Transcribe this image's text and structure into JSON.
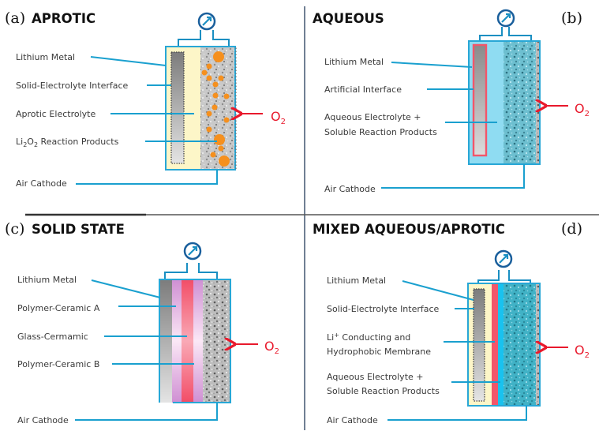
{
  "figure": {
    "panels": [
      {
        "letter": "(a)",
        "title": "APROTIC",
        "oxygen": {
          "main": "O",
          "sub": "2"
        },
        "labels": [
          {
            "text": "Lithium Metal"
          },
          {
            "text": "Solid-Electrolyte Interface"
          },
          {
            "text": "Aprotic Electrolyte"
          },
          {
            "text_main": "Li",
            "sub1": "2",
            "mid": "O",
            "sub2": "2",
            "rest": " Reaction Products"
          },
          {
            "text": "Air Cathode"
          }
        ]
      },
      {
        "letter": "(b)",
        "title": "AQUEOUS",
        "oxygen": {
          "main": "O",
          "sub": "2"
        },
        "labels": [
          {
            "text": "Lithium Metal"
          },
          {
            "text": "Artificial Interface"
          },
          {
            "line1": "Aqueous Electrolyte +",
            "line2": "Soluble Reaction Products"
          },
          {
            "text": "Air Cathode"
          }
        ]
      },
      {
        "letter": "(c)",
        "title": "SOLID STATE",
        "oxygen": {
          "main": "O",
          "sub": "2"
        },
        "labels": [
          {
            "text": "Lithium Metal"
          },
          {
            "text": "Polymer-Ceramic  A"
          },
          {
            "text": "Glass-Cermamic"
          },
          {
            "text": "Polymer-Ceramic B"
          },
          {
            "text": "Air Cathode"
          }
        ]
      },
      {
        "letter": "(d)",
        "title": "MIXED AQUEOUS/APROTIC",
        "oxygen": {
          "main": "O",
          "sub": "2"
        },
        "labels": [
          {
            "text": "Lithium Metal"
          },
          {
            "text": "Solid-Electrolyte Interface"
          },
          {
            "line1_main": "Li",
            "line1_sup": "+",
            "line1_rest": " Conducting  and",
            "line2": "Hydrophobic Membrane"
          },
          {
            "line1": "Aqueous Electrolyte +",
            "line2": "Soluble Reaction Products"
          },
          {
            "text": "Air Cathode"
          }
        ]
      }
    ],
    "colors": {
      "lead_line": "#1aa0cf",
      "oxygen_arrow": "#e8192c",
      "aprotic_electrolyte": "#fdf6c8",
      "aqueous_electrolyte": "#8fdcf2",
      "li2o2_product": "#f5901e",
      "artificial_interface": "#f2566a",
      "glass_ceramic": "#f4607a",
      "polymer_ceramic": "#d59bd6",
      "aqueous_cathode": "#4fb3c8",
      "dry_cathode": "#b5b5b5"
    }
  }
}
